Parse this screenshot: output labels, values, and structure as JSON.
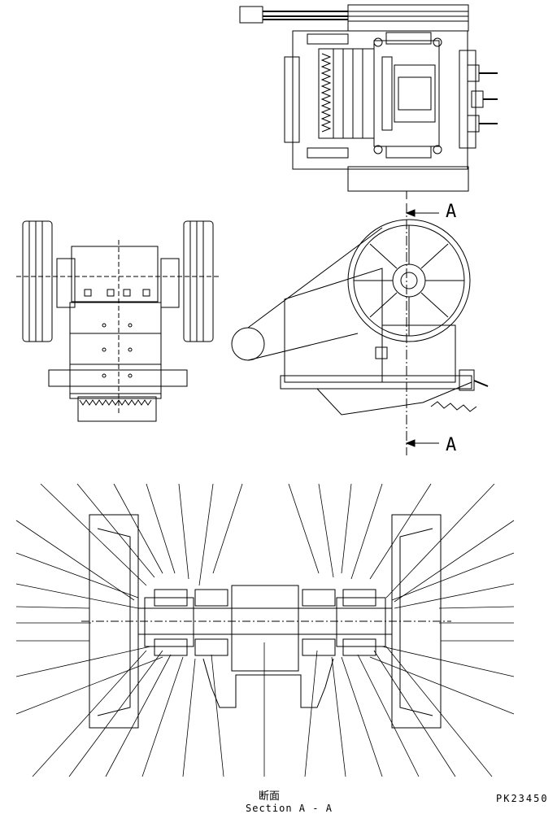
{
  "section_marker": "A",
  "caption_jp": "断面",
  "caption_en": "Section A - A",
  "drawing_code": "PK23450",
  "colors": {
    "line": "#000000",
    "background": "#ffffff"
  }
}
